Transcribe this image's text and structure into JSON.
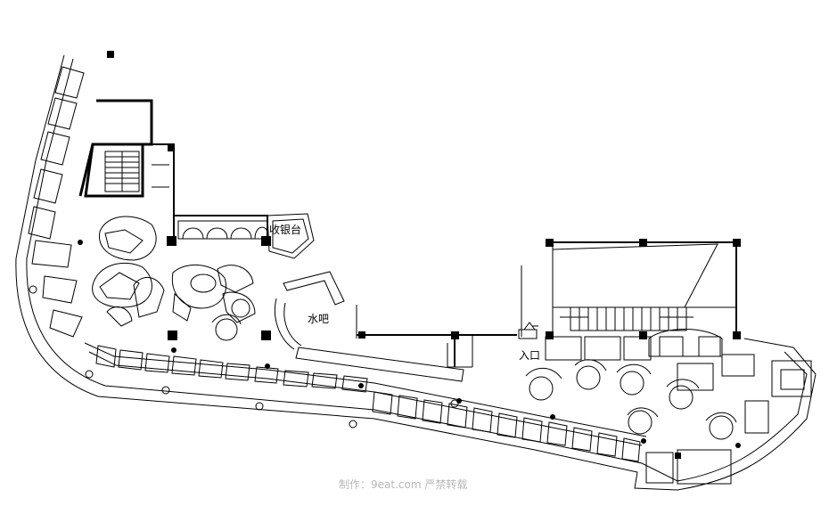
{
  "labels": {
    "cashier": "收银台",
    "water_bar": "水吧",
    "entrance": "入口"
  },
  "credit": "制作：9eat.com 严禁转载",
  "colors": {
    "line": "#000000",
    "background": "#ffffff",
    "credit": "#b8b8b8"
  }
}
